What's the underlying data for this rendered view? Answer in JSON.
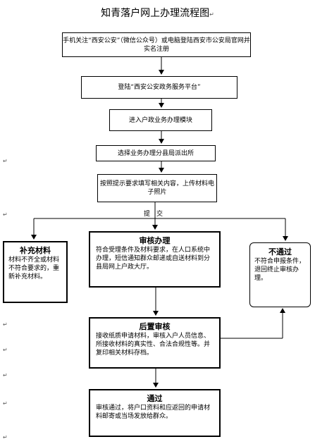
{
  "title": "知青落户网上办理流程图",
  "steps": [
    {
      "text": "手机关注“西安公安”（微信公众号）或电脑登陆西安市公安局官网并实名注册"
    },
    {
      "text": "登陆“西安公安政务服务平台”"
    },
    {
      "text": "进入户政业务办理模块"
    },
    {
      "text": "选择业务办理分县局派出所"
    },
    {
      "text": "按照提示要求填写相关内容，上传材料电子照片"
    }
  ],
  "edge_label": "提　交",
  "review": {
    "head": "审核办理",
    "body": "符合受理条件及材料要求，在人口系统中办理，短信通知群众邮递或自送材料到分县局网上户政大厅。"
  },
  "supplement": {
    "head": "补充材料",
    "body": "材料不齐全或材料不符合要求的，重新补充材料。"
  },
  "reject": {
    "head": "不通过",
    "body": "不符合申报条件，退回终止审核办理。"
  },
  "post_review": {
    "head": "后置审核",
    "body": "接收纸质申请材料，审核入户人员信息、所接收材料的真实性、合法合规性等。并复印相关材料存档。"
  },
  "passed": {
    "head": "通过",
    "body": "审核通过，将户口资料和应返回的申请材料邮寄或当场发放给群众。"
  },
  "marks": {
    "paragraph": "↵"
  }
}
